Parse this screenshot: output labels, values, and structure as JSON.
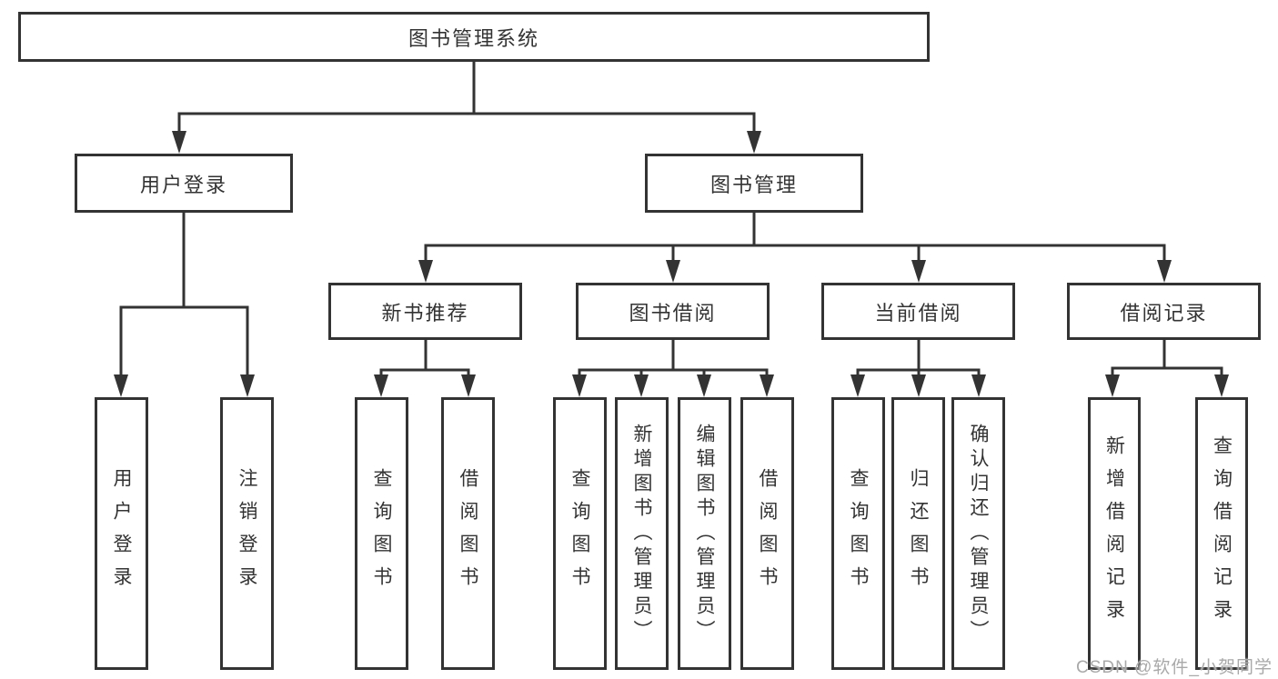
{
  "tree": {
    "root": "图书管理系统",
    "branches": [
      {
        "label": "用户登录",
        "children": [
          "用户登录",
          "注销登录"
        ]
      },
      {
        "label": "图书管理",
        "groups": [
          {
            "label": "新书推荐",
            "children": [
              "查询图书",
              "借阅图书"
            ]
          },
          {
            "label": "图书借阅",
            "children": [
              "查询图书",
              "新增图书（管理员）",
              "编辑图书（管理员）",
              "借阅图书"
            ]
          },
          {
            "label": "当前借阅",
            "children": [
              "查询图书",
              "归还图书",
              "确认归还（管理员）"
            ]
          },
          {
            "label": "借阅记录",
            "children": [
              "新增借阅记录",
              "查询借阅记录"
            ]
          }
        ]
      }
    ]
  },
  "watermark": "CSDN @软件_小贺同学",
  "colors": {
    "line": "#333333",
    "box_border": "#333333",
    "text": "#333333",
    "background": "#ffffff",
    "watermark": "#a9a9a9"
  }
}
